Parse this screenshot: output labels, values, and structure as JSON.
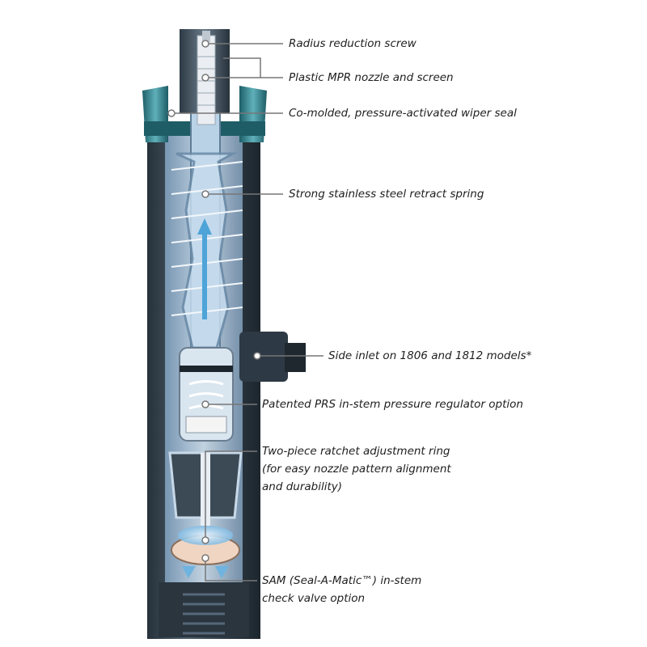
{
  "diagram": {
    "callouts": [
      {
        "id": "radius-screw",
        "text": "Radius reduction screw"
      },
      {
        "id": "mpr-nozzle",
        "text": "Plastic MPR nozzle and screen"
      },
      {
        "id": "wiper-seal",
        "text": "Co-molded, pressure-activated wiper seal"
      },
      {
        "id": "retract-spring",
        "text": "Strong stainless steel retract spring"
      },
      {
        "id": "side-inlet",
        "text": "Side inlet on 1806 and 1812 models*"
      },
      {
        "id": "prs-regulator",
        "text": "Patented PRS in-stem pressure regulator option"
      },
      {
        "id": "ratchet-ring",
        "lines": [
          "Two-piece ratchet adjustment ring",
          "(for easy nozzle pattern alignment",
          "and durability)"
        ]
      },
      {
        "id": "sam-valve",
        "lines": [
          "SAM (Seal-A-Matic™) in-stem",
          "check valve option"
        ]
      }
    ],
    "colors": {
      "body_dark": "#2e3a44",
      "body_mid": "#4a5a66",
      "cap_teal": "#2a7f8a",
      "cap_light": "#6bb5bd",
      "water_blue": "#6aa9d6",
      "interior": "#a9c4da",
      "leader": "#777777"
    }
  }
}
